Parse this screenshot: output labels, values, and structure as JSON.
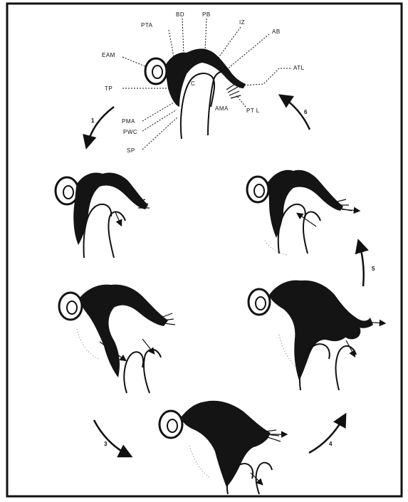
{
  "labels": {
    "pta": "PTA",
    "bd": "BD",
    "pb": "PB",
    "iz": "IZ",
    "ab": "AB",
    "eam": "EAM",
    "atl": "ATL",
    "tp": "TP",
    "c": "C",
    "ama": "AMA",
    "pma": "PMA",
    "pwc": "PWC",
    "sp": "SP",
    "ptl": "PT L"
  },
  "steps": {
    "s1": "1",
    "s3": "3",
    "s4": "4",
    "s5": "5",
    "s6": "6"
  }
}
